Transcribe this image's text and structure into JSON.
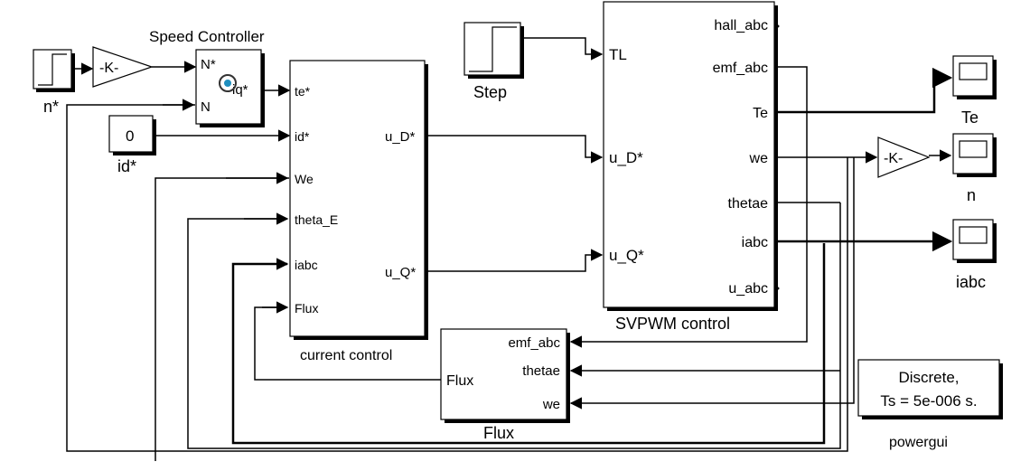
{
  "blocks": {
    "source_nstar": {
      "label": "n*"
    },
    "gain_in": {
      "text": "-K-"
    },
    "speed_controller": {
      "title": "Speed Controller",
      "in1": "N*",
      "in2": "N",
      "out": "iq*"
    },
    "const_id": {
      "value": "0",
      "label": "id*"
    },
    "current_control": {
      "title": "current control",
      "inputs": [
        "te*",
        "id*",
        "We",
        "theta_E",
        "iabc",
        "Flux"
      ],
      "outputs": [
        "u_D*",
        "u_Q*"
      ]
    },
    "step": {
      "label": "Step"
    },
    "svpwm": {
      "title": "SVPWM control",
      "inputs": [
        "TL",
        "u_D*",
        "u_Q*"
      ],
      "outputs": [
        "hall_abc",
        "emf_abc",
        "Te",
        "we",
        "thetae",
        "iabc",
        "u_abc"
      ]
    },
    "flux": {
      "title": "Flux",
      "inputs": [
        "emf_abc",
        "thetae",
        "we"
      ],
      "output": "Flux"
    },
    "scope_te": {
      "label": "Te"
    },
    "gain_out": {
      "text": "-K-"
    },
    "scope_n": {
      "label": "n"
    },
    "scope_iabc": {
      "label": "iabc"
    },
    "powergui": {
      "line1": "Discrete,",
      "line2": "Ts = 5e-006 s.",
      "label": "powergui",
      "text_color": "#1a1acc"
    }
  }
}
